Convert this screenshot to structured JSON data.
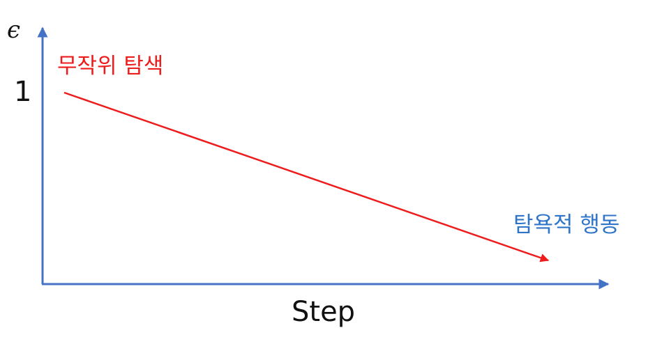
{
  "axes": {
    "y_symbol": "ϵ",
    "y_tick": "1",
    "x_label": "Step"
  },
  "annotations": {
    "start": "무작위 탐색",
    "end": "탐욕적 행동"
  },
  "colors": {
    "axis": "#4472c4",
    "decay_line": "#ee1c1c",
    "start_text": "#ee1c1c",
    "end_text": "#2e74c8",
    "axis_text": "#111111"
  }
}
